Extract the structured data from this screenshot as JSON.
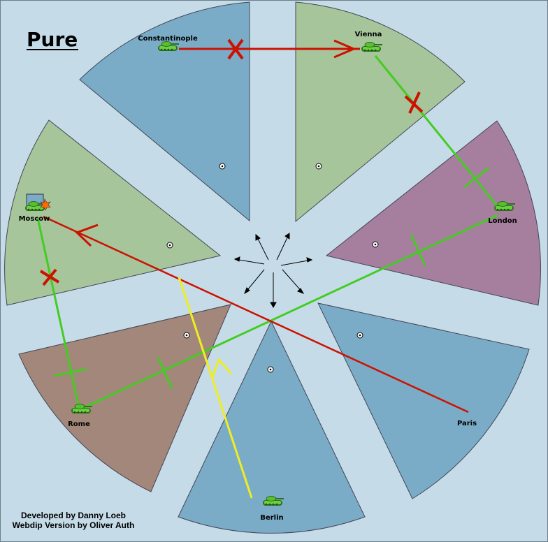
{
  "map": {
    "title": "Pure",
    "credits": [
      "Developed by Danny Loeb",
      "Webdip Version by Oliver Auth"
    ],
    "colors": {
      "background": "#c5dce8",
      "turkey": "#7aacc7",
      "austria": "#a6c59a",
      "england": "#a77f9e",
      "france": "#7aacc7",
      "germany": "#7aacc7",
      "italy": "#a3877a",
      "russia": "#a6c59a",
      "move_red": "#cc1100",
      "support_green": "#44cc22",
      "convoy_yellow": "#eeee22"
    }
  },
  "provinces": [
    {
      "id": "constantinople",
      "name": "Constantinople",
      "unit": "army-tank-icon"
    },
    {
      "id": "vienna",
      "name": "Vienna",
      "unit": "army-tank-icon"
    },
    {
      "id": "london",
      "name": "London",
      "unit": "army-tank-icon"
    },
    {
      "id": "paris",
      "name": "Paris",
      "unit": null
    },
    {
      "id": "berlin",
      "name": "Berlin",
      "unit": "army-tank-icon"
    },
    {
      "id": "rome",
      "name": "Rome",
      "unit": "army-tank-icon"
    },
    {
      "id": "moscow",
      "name": "Moscow",
      "unit": "army-tank-icon",
      "status": "dislodged"
    }
  ],
  "orders": [
    {
      "type": "move",
      "from": "Constantinople",
      "to": "Vienna",
      "result": "failed",
      "color": "red"
    },
    {
      "type": "support",
      "from": "Vienna",
      "to": "London",
      "result": "failed",
      "color": "green"
    },
    {
      "type": "support",
      "from": "Rome",
      "to": "London",
      "result": "ok",
      "color": "green"
    },
    {
      "type": "support",
      "from": "Moscow",
      "to": "Rome",
      "result": "failed",
      "color": "green"
    },
    {
      "type": "move",
      "from": "Paris",
      "to": "Moscow",
      "result": "ok",
      "color": "red"
    },
    {
      "type": "move",
      "from": "Berlin",
      "to": "Moscow-sector",
      "result": "ok",
      "color": "yellow"
    }
  ]
}
